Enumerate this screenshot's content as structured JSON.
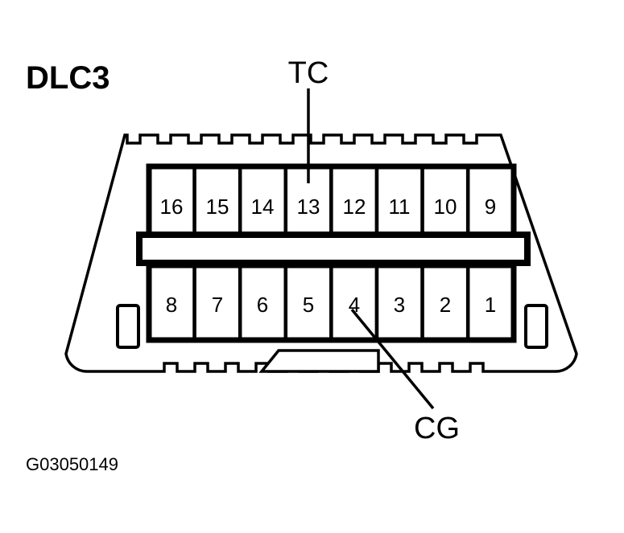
{
  "figure": {
    "title": "DLC3",
    "code": "G03050149",
    "colors": {
      "line": "#000000",
      "fill": "#ffffff"
    }
  },
  "connector": {
    "name": "DLC3 16-pin diagnostic link connector",
    "rows": [
      {
        "row_name": "top-row",
        "pins": [
          "16",
          "15",
          "14",
          "13",
          "12",
          "11",
          "10",
          "9"
        ]
      },
      {
        "row_name": "bottom-row",
        "pins": [
          "8",
          "7",
          "6",
          "5",
          "4",
          "3",
          "2",
          "1"
        ]
      }
    ]
  },
  "callouts": [
    {
      "label": "TC",
      "pin": "13",
      "row": "top-row",
      "leader": "vertical"
    },
    {
      "label": "CG",
      "pin": "4",
      "row": "bottom-row",
      "leader": "diagonal"
    }
  ]
}
